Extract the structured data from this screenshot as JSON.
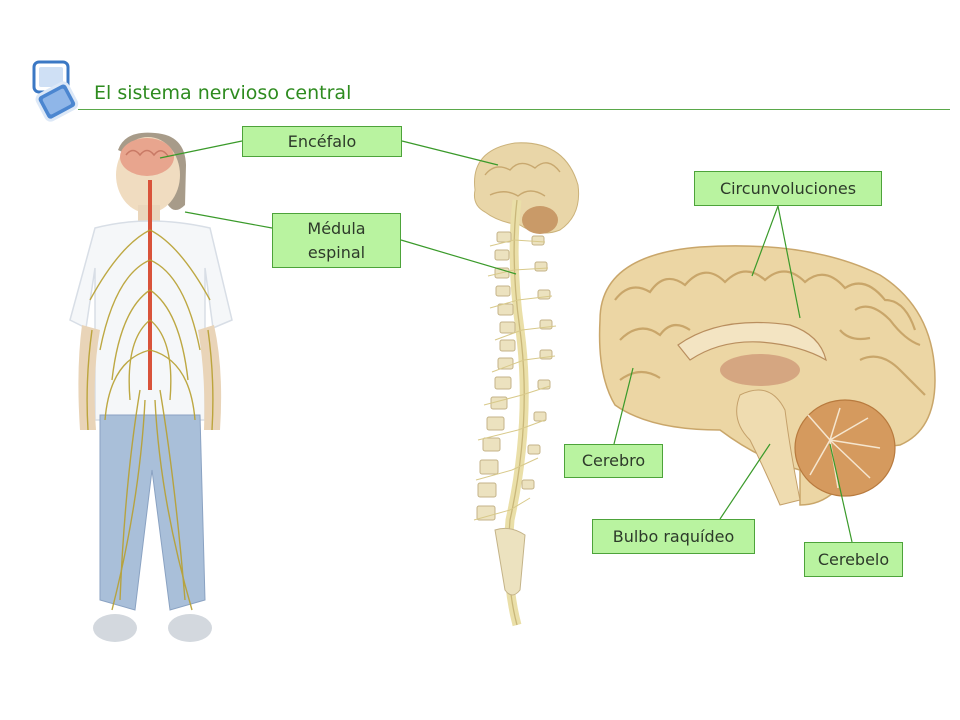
{
  "header": {
    "title": "El sistema nervioso central",
    "icon": "presentation-pages-icon"
  },
  "colors": {
    "accent": "#2e8b1f",
    "label_fill": "#b9f3a0",
    "label_border": "#4da33a",
    "leader_line": "#3a9a2a"
  },
  "labels": {
    "encefalo": "Encéfalo",
    "medula_line1": "Médula",
    "medula_line2": "espinal",
    "circunvoluciones": "Circunvoluciones",
    "cerebro": "Cerebro",
    "bulbo": "Bulbo raquídeo",
    "cerebelo": "Cerebelo"
  },
  "figures": {
    "body": "human-body-nervous-system",
    "spine": "brain-and-spinal-cord",
    "brain": "brain-sagittal-section"
  }
}
